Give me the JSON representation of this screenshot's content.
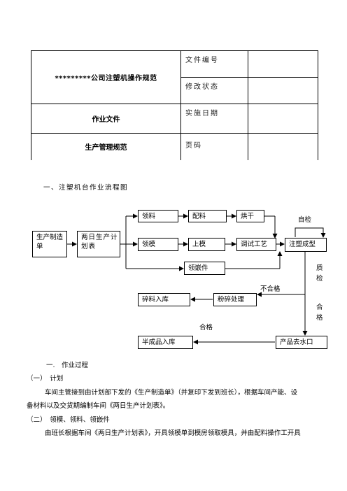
{
  "header": {
    "title": "*********公司注塑机操作规范",
    "doc_type": "作业文件",
    "department": "生产管理规范",
    "file_no_label": "文件编号",
    "revision_label": "修改状态",
    "effective_date_label": "实施日期",
    "page_label": "页码"
  },
  "section_title": "一、注塑机台作业流程图",
  "flow": {
    "production_order": "生产制造单",
    "two_day_plan": "两日生产计划表",
    "get_material": "领料",
    "mix_material": "配料",
    "dry": "烘干",
    "get_mold": "领模",
    "mount_mold": "上模",
    "debug_process": "调试工艺",
    "injection_molding": "注塑成型",
    "get_inserts": "领嵌件",
    "self_check": "自检",
    "qc": "质检",
    "qualified_1": "合格",
    "unqualified": "不合格",
    "crush": "粉碎处理",
    "crushed_storage": "碎料入库",
    "remove_gate": "产品去水口",
    "qualified_2": "合格",
    "semi_storage": "半成品入库"
  },
  "body": {
    "heading": "一.　作业过程",
    "s1_title": "（一）　计划",
    "s1_line1": "车间主管接到由计划部下发的《生产制造单》（并复印下发到班长），根据车间产能、设",
    "s1_line2": "备材料以及交货期编制车间《两日生产计划表》。",
    "s2_title": "（二）　领模、领料、领嵌件",
    "s2_line1": "由班长根据车间《两日生产计划表》，开具领模单到模房领取模具，并由配料操作工开具"
  }
}
